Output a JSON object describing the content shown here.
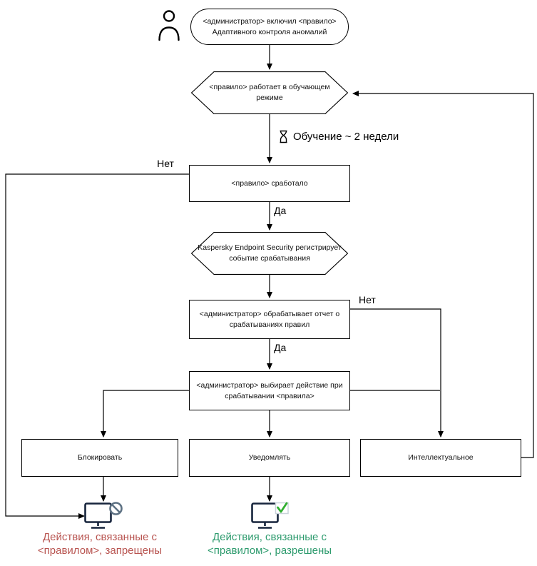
{
  "palette": {
    "line": "#000000",
    "node_fill": "#ffffff",
    "denied_text": "#b85450",
    "allowed_text": "#2e9b6e",
    "check": "#2fae2f",
    "ban": "#5d7183",
    "monitor": "#16243c"
  },
  "nodes": {
    "start": {
      "line1": "<администратор> включил <правило>",
      "line2": "Адаптивного контроля аномалий"
    },
    "learning": {
      "line1": "<правило> работает в обучающем",
      "line2": "режиме"
    },
    "triggered": {
      "label": "<правило> сработало"
    },
    "registers": {
      "line1": "Kaspersky Endpoint Security регистрирует",
      "line2": "событие срабатывания"
    },
    "report": {
      "line1": "<администратор> обрабатывает отчет о",
      "line2": "срабатываниях правил"
    },
    "choose": {
      "line1": "<администратор> выбирает действие при",
      "line2": "срабатывании <правила>"
    },
    "block": {
      "label": "Блокировать"
    },
    "notify": {
      "label": "Уведомлять"
    },
    "smart": {
      "label": "Интеллектуальное"
    }
  },
  "labels": {
    "no_left": "Нет",
    "yes_top": "Да",
    "no_right": "Нет",
    "yes_bottom": "Да",
    "training": "Обучение ~ 2 недели"
  },
  "captions": {
    "denied_line1": "Действия, связанные с",
    "denied_line2": "<правилом>, запрещены",
    "allowed_line1": "Действия, связанные с",
    "allowed_line2": "<правилом>, разрешены"
  }
}
